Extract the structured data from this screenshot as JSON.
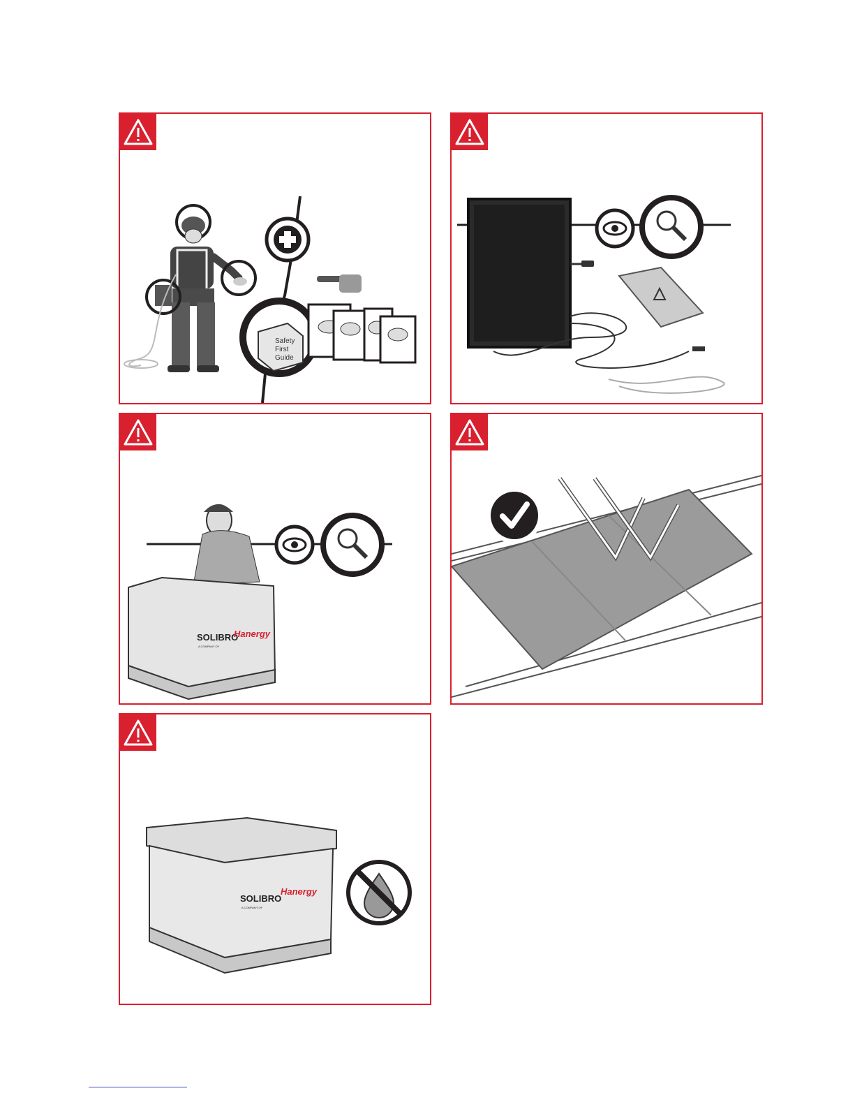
{
  "colors": {
    "warning_red": "#d8202f",
    "dark": "#231f20",
    "grey": "#9e9e9e"
  },
  "icons": [
    "warning-triangle-icon",
    "eye-icon",
    "magnifier-icon",
    "plus-icon",
    "pointing-hand-icon",
    "check-icon",
    "no-water-icon"
  ],
  "panel1": {
    "guide": {
      "line1": "Safety",
      "line2": "First",
      "line3": "Guide"
    }
  },
  "panel3": {
    "box": {
      "brand": "SOLIBRO",
      "tagline": "A COMPANY OF",
      "partner": "Hanergy"
    }
  },
  "panel5": {
    "box": {
      "brand": "SOLIBRO",
      "tagline": "A COMPANY OF",
      "partner": "Hanergy"
    }
  }
}
